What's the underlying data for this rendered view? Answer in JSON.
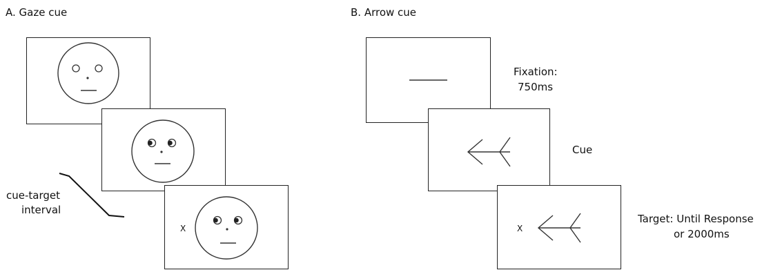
{
  "panel_a": {
    "title": "A. Gaze cue",
    "interval_label_line1": "cue-target",
    "interval_label_line2": "interval",
    "target_marker": "X"
  },
  "panel_b": {
    "title": "B. Arrow cue",
    "fixation_label_line1": "Fixation:",
    "fixation_label_line2": "750ms",
    "cue_label": "Cue",
    "target_label_line1": "Target: Until Response",
    "target_label_line2": "or 2000ms",
    "target_marker": "X"
  }
}
